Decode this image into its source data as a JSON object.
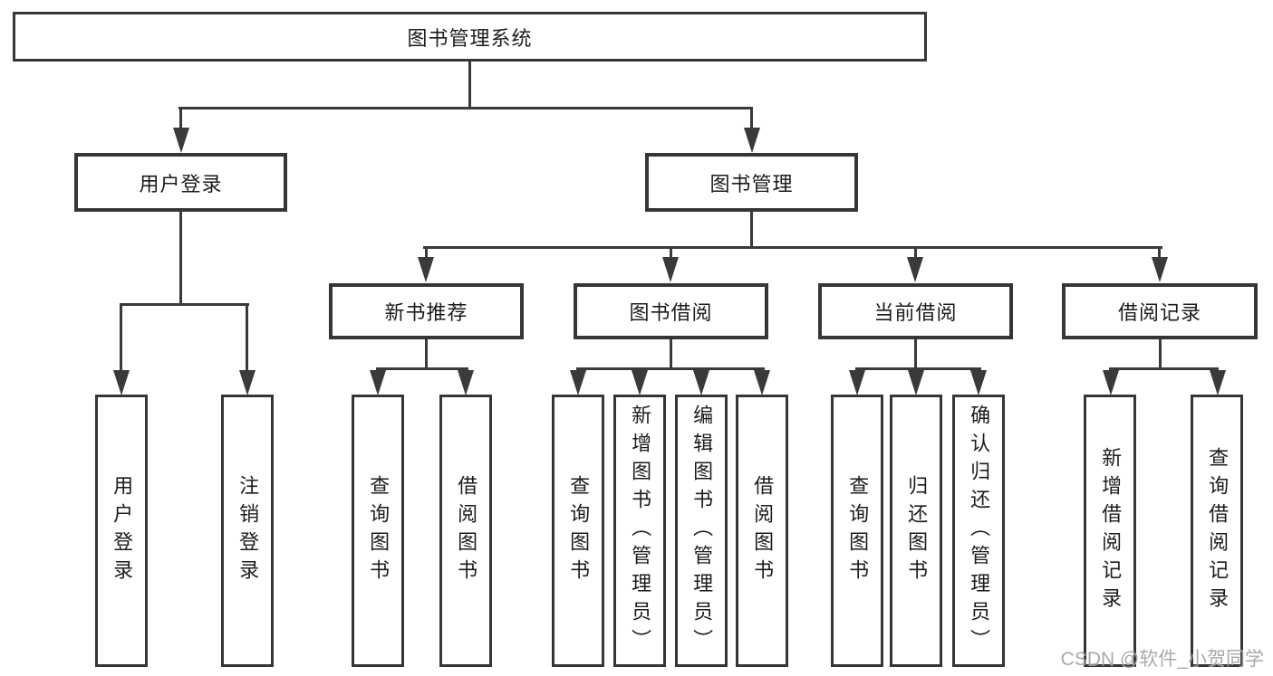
{
  "diagram": {
    "root": "图书管理系统",
    "user_login": {
      "label": "用户登录",
      "children": {
        "login": "用户登录",
        "logout": "注销登录"
      }
    },
    "book_mgmt": {
      "label": "图书管理",
      "children": {
        "new_rec": {
          "label": "新书推荐",
          "children": {
            "query": "查询图书",
            "borrow": "借阅图书"
          }
        },
        "borrow": {
          "label": "图书借阅",
          "children": {
            "query": "查询图书",
            "add": "新增图书（管理员）",
            "edit": "编辑图书（管理员）",
            "borrow": "借阅图书"
          }
        },
        "current": {
          "label": "当前借阅",
          "children": {
            "query": "查询图书",
            "return": "归还图书",
            "confirm": "确认归还（管理员）"
          }
        },
        "records": {
          "label": "借阅记录",
          "children": {
            "add": "新增借阅记录",
            "query": "查询借阅记录"
          }
        }
      }
    }
  },
  "watermark": {
    "text": "CSDN @软件_小贺同学"
  },
  "colors": {
    "line": "#3a3a3a",
    "background": "#ffffff",
    "watermark": "#9b9b9b"
  }
}
